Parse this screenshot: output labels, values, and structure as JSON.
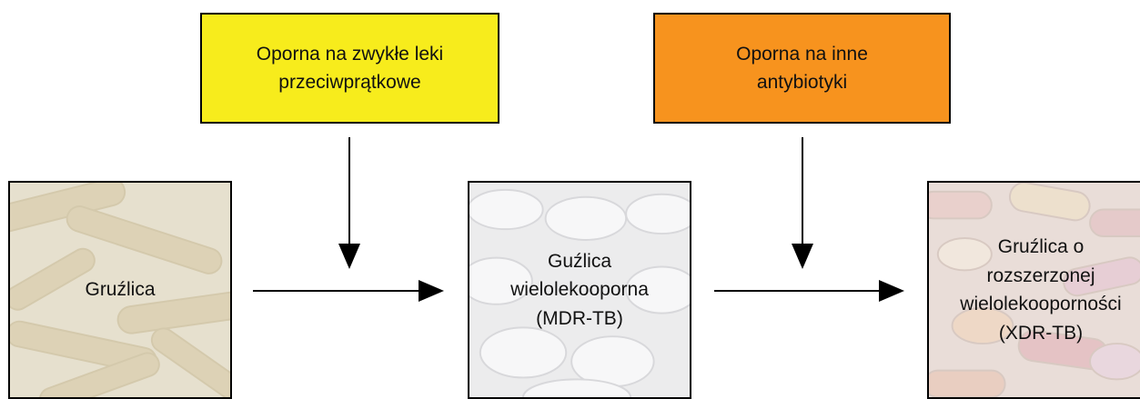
{
  "resistance_notes": [
    {
      "text": "Oporna na zwykłe leki\nprzeciwprątkowe",
      "color": "#f7ec1c"
    },
    {
      "text": "Oporna na inne\nantybiotyki",
      "color": "#f7931e"
    }
  ],
  "stages": [
    {
      "text": "Gruźlica"
    },
    {
      "text": "Guźlica\nwielolekooporna\n(MDR-TB)"
    },
    {
      "text": "Gruźlica o\nrozszerzonej\nwielolekooporności\n(XDR-TB)"
    }
  ]
}
